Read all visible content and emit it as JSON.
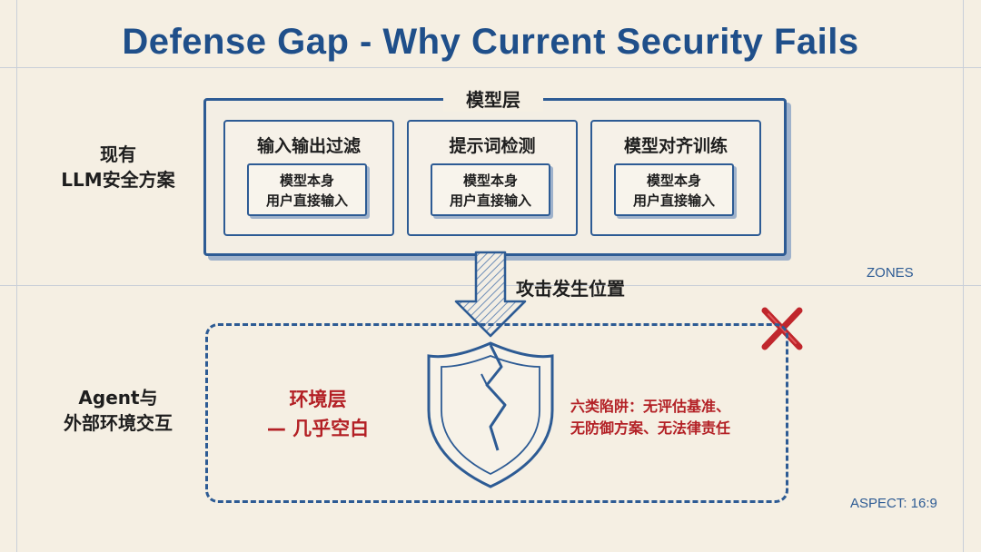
{
  "title": "Defense Gap - Why  Current Security Fails",
  "left_labels": {
    "top": [
      "现有",
      "LLM安全方案"
    ],
    "bottom": [
      "Agent与",
      "外部环境交互"
    ]
  },
  "model_layer": {
    "title": "模型层",
    "techniques": [
      {
        "name": "输入输出过滤",
        "scope_lines": [
          "模型本身",
          "用户直接输入"
        ]
      },
      {
        "name": "提示词检测",
        "scope_lines": [
          "模型本身",
          "用户直接输入"
        ]
      },
      {
        "name": "模型对齐训练",
        "scope_lines": [
          "模型本身",
          "用户直接输入"
        ]
      }
    ]
  },
  "arrow_label": "攻击发生位置",
  "environment_layer": {
    "title_lines": [
      "环境层",
      "— 几乎空白"
    ],
    "traps_lines": [
      "六类陷阱：无评估基准、",
      "无防御方案、无法律责任"
    ]
  },
  "annotations": {
    "zones": "ZONES",
    "aspect": "ASPECT: 16:9"
  },
  "icons": [
    "down-arrow-icon",
    "broken-shield-icon",
    "red-x-icon"
  ],
  "colors": {
    "accent_blue": "#2d5b94",
    "title_blue": "#1f4f8a",
    "alert_red": "#b32025",
    "background": "#f5efe3"
  }
}
